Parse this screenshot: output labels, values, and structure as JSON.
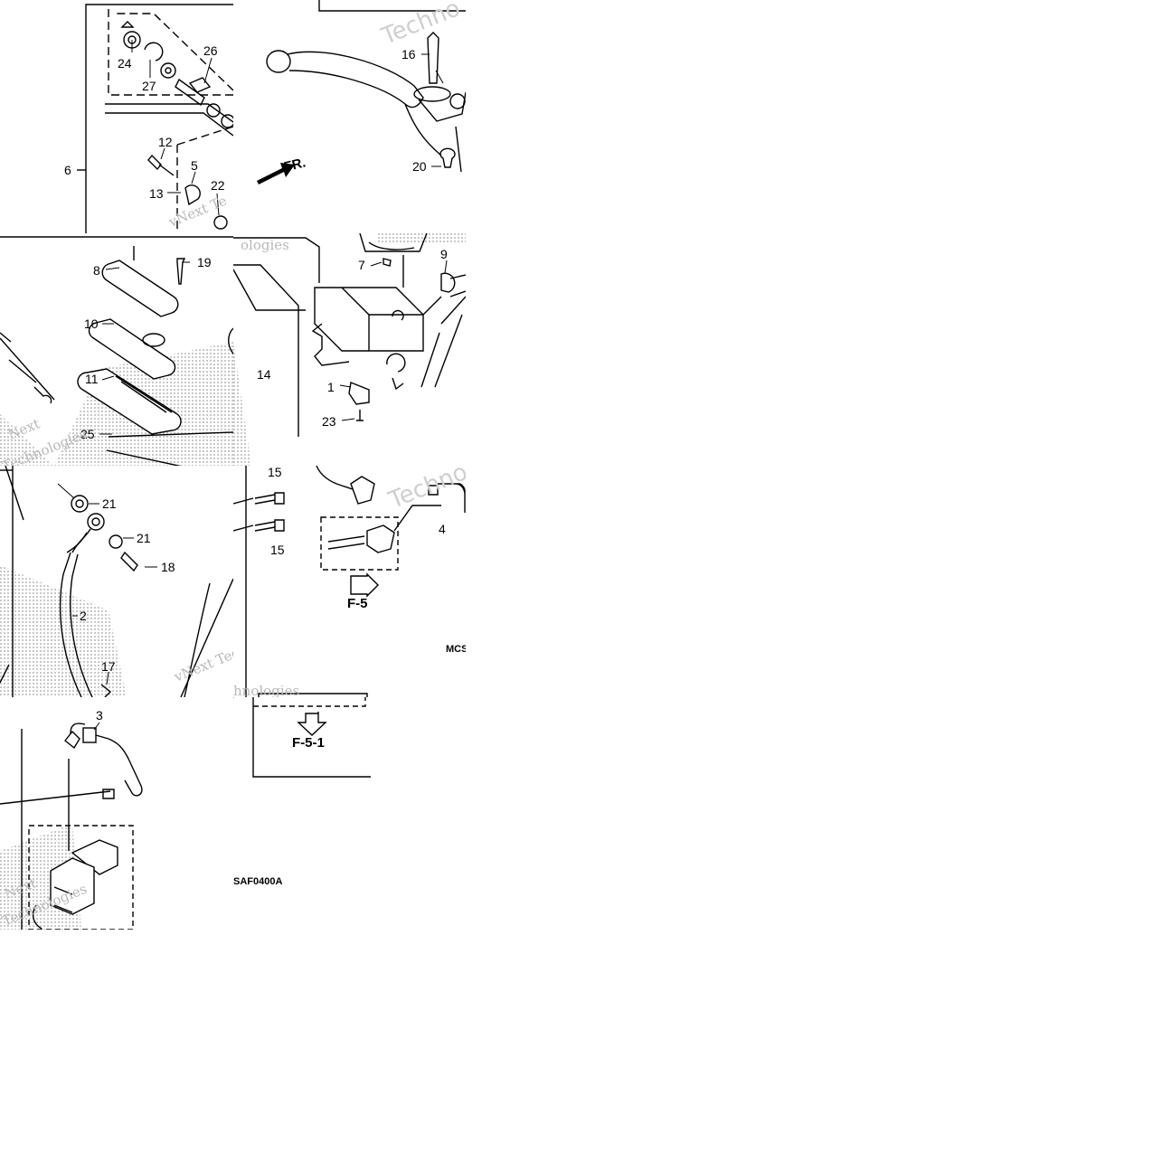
{
  "callouts": {
    "c1": "1",
    "c2": "2",
    "c3": "3",
    "c4": "4",
    "c5": "5",
    "c6": "6",
    "c7": "7",
    "c8": "8",
    "c9": "9",
    "c10": "10",
    "c11": "11",
    "c12": "12",
    "c13": "13",
    "c14": "14",
    "c15a": "15",
    "c15b": "15",
    "c16": "16",
    "c17": "17",
    "c18": "18",
    "c19": "19",
    "c20": "20",
    "c21a": "21",
    "c21b": "21",
    "c22": "22",
    "c23": "23",
    "c24": "24",
    "c25": "25",
    "c26": "26",
    "c27": "27"
  },
  "direction": "FR.",
  "refs": {
    "f5": "F-5",
    "f51": "F-5-1"
  },
  "codes": {
    "mcs": "MCS",
    "saf": "SAF0400A"
  },
  "watermarks": {
    "w1": "Techno",
    "w2": "vNext Te",
    "w3": "ologies",
    "w4": "Next",
    "w5": "Technologies",
    "w6": "Techno",
    "w7": "vNext Tec",
    "w8": "hnologies",
    "w9": "Next",
    "w10": "Technologies"
  },
  "colors": {
    "line": "#000000",
    "shade": "#c8c8c8",
    "watermark": "#b9b9b9"
  }
}
